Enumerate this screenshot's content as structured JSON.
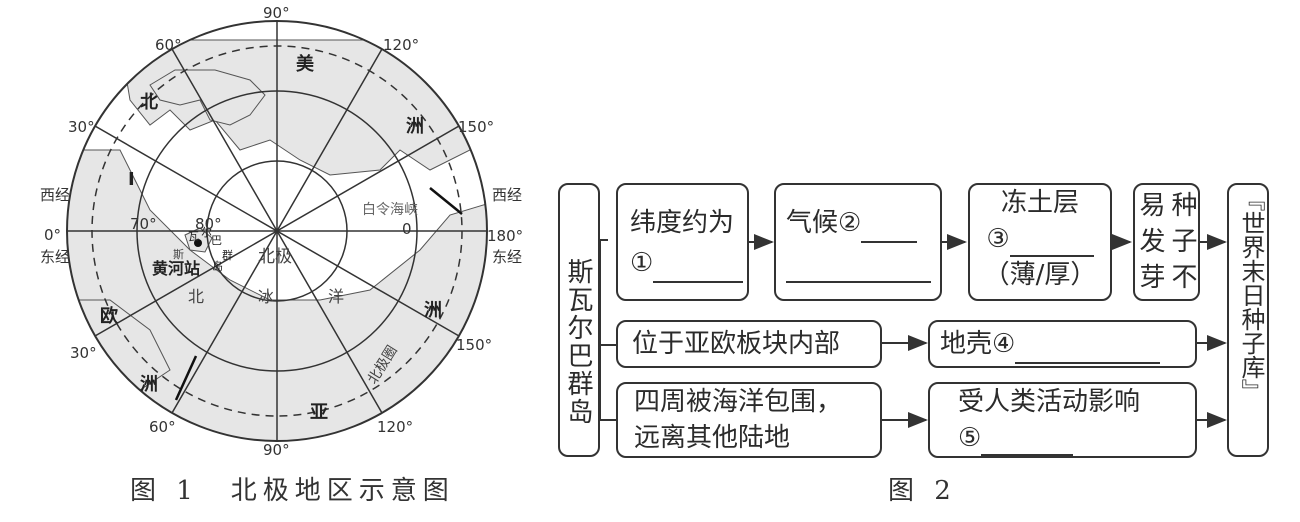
{
  "figure1": {
    "caption": "图 1　北极地区示意图",
    "lon_labels": {
      "top": "90°",
      "bottom": "90°",
      "upper_left": "60°",
      "upper_right": "120°",
      "left_upper": "30°",
      "right_upper": "150°",
      "left_lower": "30°",
      "right_lower": "150°",
      "lower_left": "60°",
      "lower_right": "120°",
      "right_center": "180°"
    },
    "west_label": "西经",
    "west_value": "0°",
    "east_label": "东经",
    "east_label_right_top": "西经",
    "east_label_right_bottom": "东经",
    "lat70": "70°",
    "lat80": "80°",
    "lat_zero_right": "0",
    "continent_america": [
      "美",
      "洲"
    ],
    "continent_north": "北",
    "continent_europe": "欧",
    "continent_europe_2": "洲",
    "continent_asia": [
      "洲",
      "亚"
    ],
    "ocean_label": [
      "北",
      "冰",
      "洋"
    ],
    "pole_label": "北极",
    "bering_strait": "白令海峡",
    "arctic_circle": "北极圈",
    "station_label": "黄河站",
    "archipelago_label": [
      "瓦",
      "尔",
      "巴",
      "群",
      "岛"
    ],
    "si_char": "斯",
    "roman_one": "I"
  },
  "figure2": {
    "caption": "图 2",
    "left_box": "斯瓦尔巴群岛",
    "row1": {
      "latitude": "纬度约为",
      "latitude_blank": "①",
      "climate": "气候②",
      "permafrost_title": "冻土层",
      "permafrost_blank": "③",
      "permafrost_option": "（薄/厚）",
      "seeds": "种子不易发芽"
    },
    "row2": {
      "plate": "位于亚欧板块内部",
      "crust": "地壳④"
    },
    "row3": {
      "ocean_line1": "四周被海洋包围，",
      "ocean_line2": "远离其他陆地",
      "human_line1": "受人类活动影响",
      "human_blank": "⑤"
    },
    "result": "『世界末日种子库』"
  },
  "colors": {
    "land": "#e6e6e6",
    "ink": "#2b2b2b",
    "water": "#ffffff"
  }
}
